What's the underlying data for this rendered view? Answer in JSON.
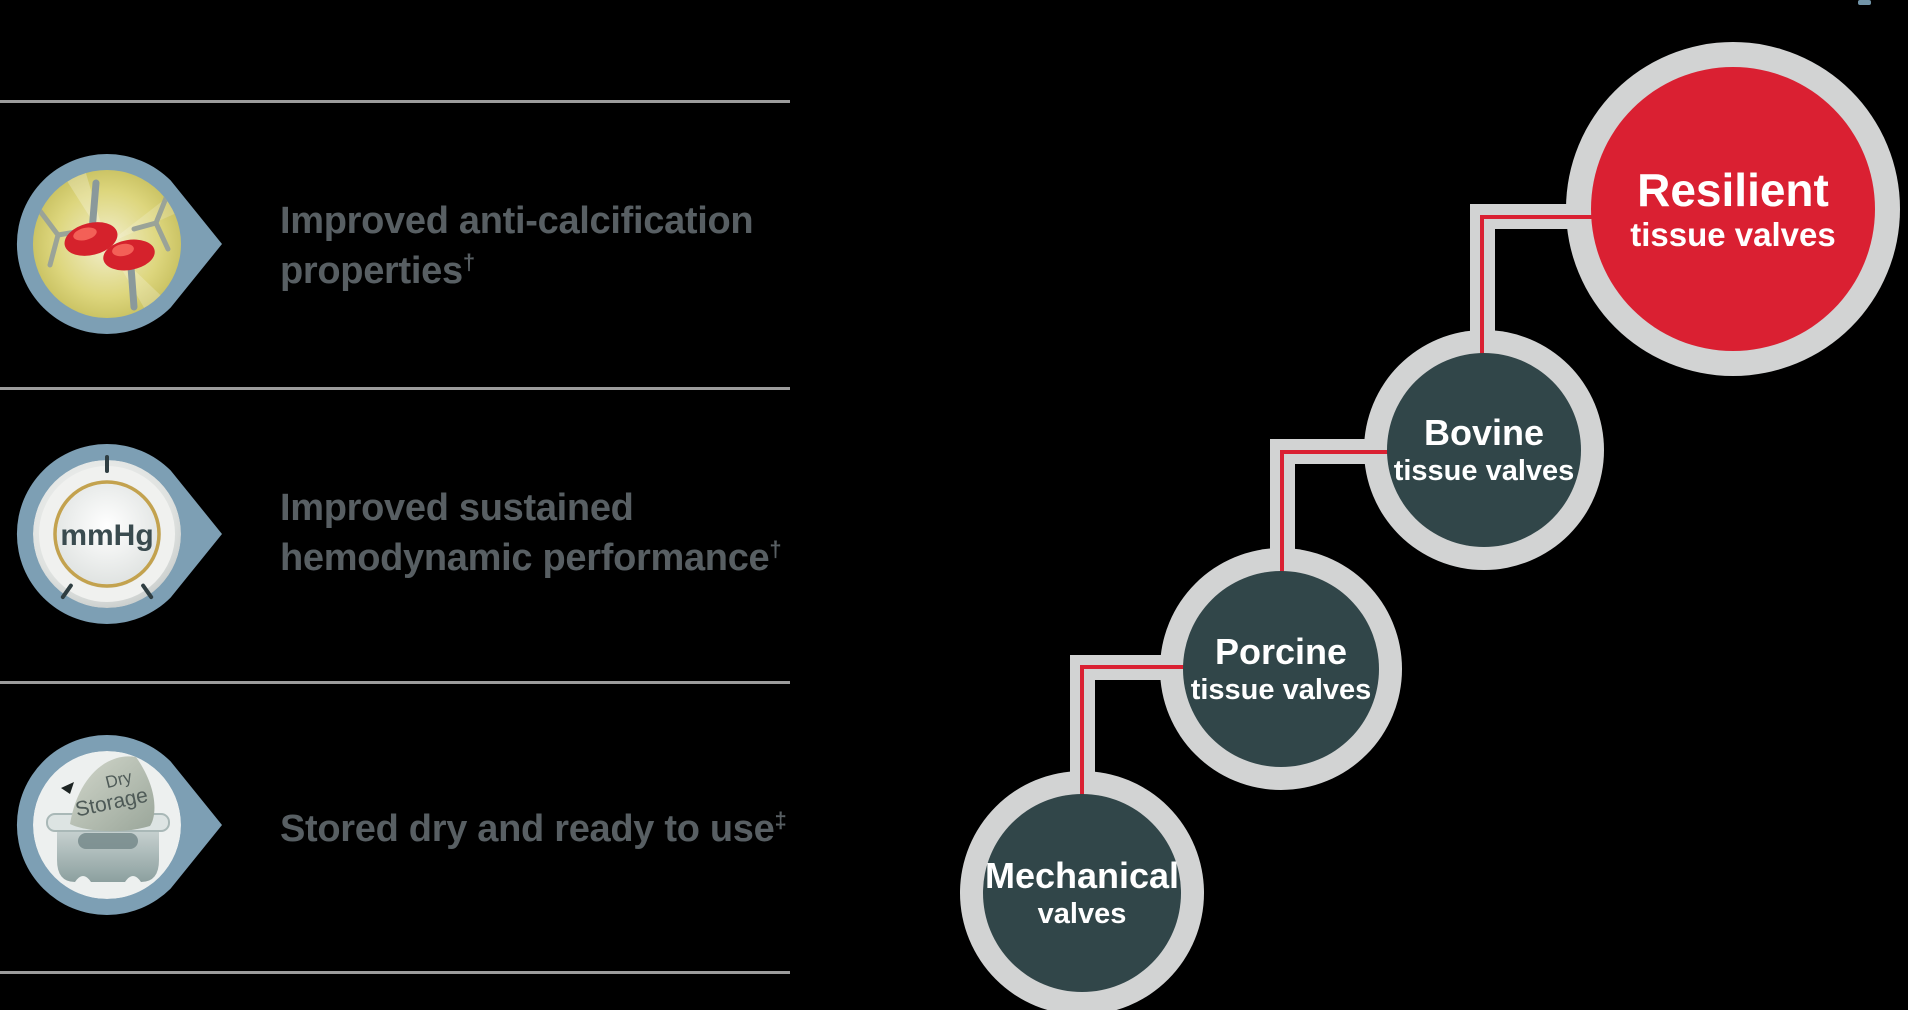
{
  "background_color": "#000000",
  "colors": {
    "accent_red": "#da2032",
    "node_dark": "#314649",
    "ring_gray": "#d2d3d3",
    "divider_gray": "#9c9c9c",
    "icon_blue": "#7d9fb4",
    "label_gray": "#585f63"
  },
  "benefits": [
    {
      "icon": "anti-calcification-icon",
      "line1": "Improved anti-calcification",
      "line2": "properties",
      "sup": "†"
    },
    {
      "icon": "hemodynamic-gauge-icon",
      "icon_label": "mmHg",
      "line1": "Improved sustained",
      "line2": "hemodynamic performance",
      "sup": "†"
    },
    {
      "icon": "dry-storage-icon",
      "icon_label_line1": "Dry",
      "icon_label_line2": "Storage",
      "line1": "Stored dry and ready to use",
      "sup": "‡"
    }
  ],
  "nodes": [
    {
      "title": "Mechanical",
      "subtitle": "valves",
      "variant": "dark"
    },
    {
      "title": "Porcine",
      "subtitle": "tissue valves",
      "variant": "dark"
    },
    {
      "title": "Bovine",
      "subtitle": "tissue valves",
      "variant": "dark"
    },
    {
      "title": "Resilient",
      "subtitle": "tissue valves",
      "variant": "red"
    }
  ]
}
